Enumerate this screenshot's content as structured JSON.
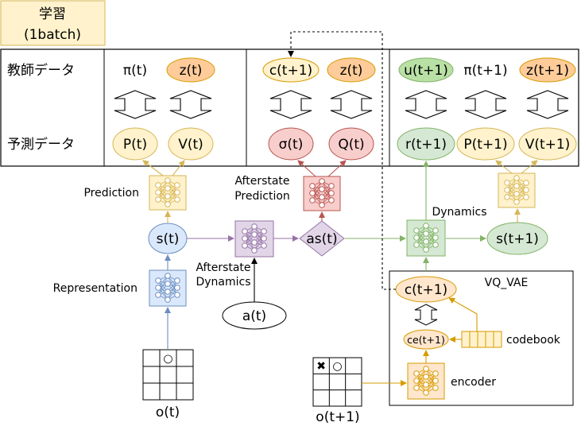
{
  "title": {
    "line1": "学習",
    "line2": "(1batch)"
  },
  "rows": {
    "teacher": "教師データ",
    "predicted": "予測データ"
  },
  "targets": {
    "pi_t": "π(t)",
    "z_t": "z(t)",
    "c_t1": "c(t+1)",
    "z_t_b": "z(t)",
    "u_t1": "u(t+1)",
    "pi_t1": "π(t+1)",
    "z_t1": "z(t+1)"
  },
  "predictions": {
    "P_t": "P(t)",
    "V_t": "V(t)",
    "sigma_t": "σ(t)",
    "Q_t": "Q(t)",
    "r_t1": "r(t+1)",
    "P_t1": "P(t+1)",
    "V_t1": "V(t+1)"
  },
  "states": {
    "s_t": "s(t)",
    "as_t": "as(t)",
    "s_t1": "s(t+1)",
    "a_t": "a(t)"
  },
  "functions": {
    "prediction": "Prediction",
    "afterstate_prediction_1": "Afterstate",
    "afterstate_prediction_2": "Prediction",
    "afterstate_dynamics_1": "Afterstate",
    "afterstate_dynamics_2": "Dynamics",
    "representation": "Representation",
    "dynamics": "Dynamics"
  },
  "vqvae": {
    "title": "VQ_VAE",
    "c_t1": "c(t+1)",
    "ce_t1": "ce(t+1)",
    "codebook": "codebook",
    "encoder": "encoder"
  },
  "observations": {
    "o_t": "o(t)",
    "o_t1": "o(t+1)",
    "o_t_grid": [
      "",
      "○",
      "",
      "",
      "",
      "",
      "",
      "",
      ""
    ],
    "o_t1_grid": [
      "✖",
      "○",
      "",
      "",
      "",
      "",
      "",
      "",
      ""
    ]
  },
  "colors": {
    "yellow_fill": "#fff2cc",
    "yellow_stroke": "#d6b656",
    "orange_fill": "#ffcc99",
    "orange_stroke": "#d79b00",
    "red_fill": "#f8cecc",
    "red_stroke": "#b85450",
    "green_fill": "#d5e8d4",
    "green_stroke": "#82b366",
    "green_dark_fill": "#b9e0a5",
    "blue_fill": "#dae8fc",
    "blue_stroke": "#6c8ebf",
    "purple_fill": "#e1d5e7",
    "purple_stroke": "#9673a6",
    "enc_fill": "#ffe6cc",
    "enc_stroke": "#d79b00"
  }
}
